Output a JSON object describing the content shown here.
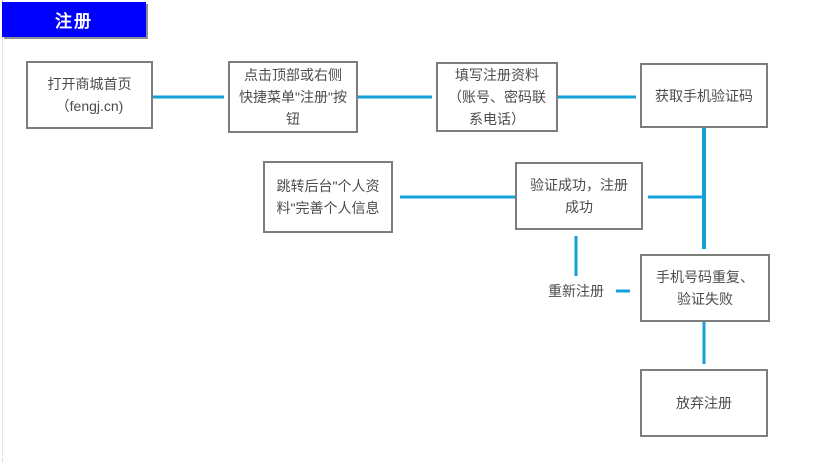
{
  "page": {
    "header_label": "注册"
  },
  "colors": {
    "header_bg": "#0000FE",
    "header_text": "#FFFFFF",
    "arrow": "#14A1D8",
    "box_border": "#7D7D7D",
    "box_text": "#4C4C4C"
  },
  "flowchart": {
    "nodes": [
      {
        "id": "open-homepage",
        "text": "打开商城首页\n（fengj.cn)"
      },
      {
        "id": "click-register",
        "text": "点击顶部或右侧\n快捷菜单\"注册\"按\n钮"
      },
      {
        "id": "fill-info",
        "text": "填写注册资料\n（账号、密码联\n系电话）"
      },
      {
        "id": "get-sms-code",
        "text": "获取手机验证码"
      },
      {
        "id": "verify-success",
        "text": "验证成功，注册\n成功"
      },
      {
        "id": "complete-profile",
        "text": "跳转后台\"个人资\n料\"完善个人信息"
      },
      {
        "id": "verify-failed",
        "text": "手机号码重复、\n验证失败"
      },
      {
        "id": "abandon-registration",
        "text": "放弃注册"
      }
    ],
    "labels": [
      {
        "id": "re-register",
        "text": "重新注册"
      }
    ],
    "connections": [
      {
        "from": "open-homepage",
        "to": "click-register"
      },
      {
        "from": "click-register",
        "to": "fill-info"
      },
      {
        "from": "fill-info",
        "to": "get-sms-code"
      },
      {
        "from": "get-sms-code",
        "to": "verify-success"
      },
      {
        "from": "get-sms-code",
        "to": "verify-failed"
      },
      {
        "from": "verify-success",
        "to": "complete-profile"
      },
      {
        "from": "verify-failed",
        "to": "verify-success",
        "label": "重新注册"
      },
      {
        "from": "verify-failed",
        "to": "abandon-registration"
      }
    ]
  }
}
